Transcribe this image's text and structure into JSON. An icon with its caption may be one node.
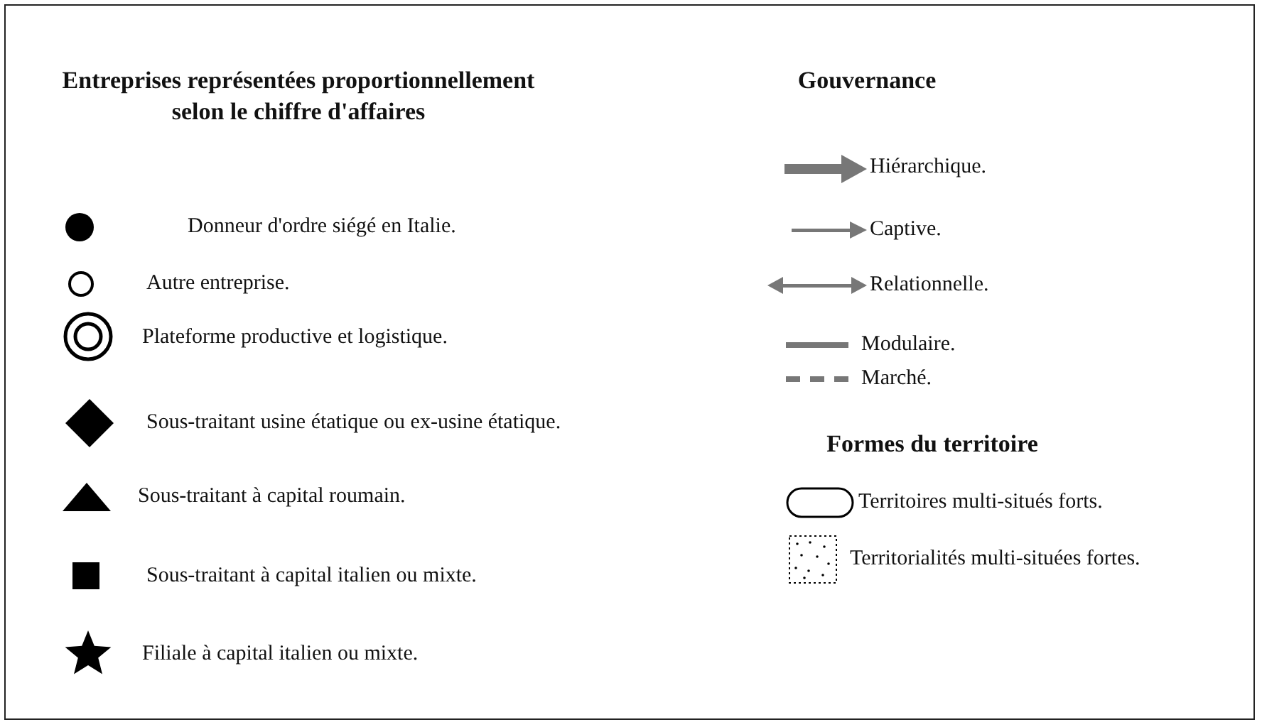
{
  "diagram": {
    "labels": [
      "Entreprises représentées proportionnellement selon le chiffre d'affaires",
      "Gouvernance",
      "Formes du territoire"
    ],
    "legend": [
      {
        "text": "Donneur d'ordre siégé en Italie."
      },
      {
        "text": "Autre entreprise."
      },
      {
        "text": "Plateforme productive et logistique."
      },
      {
        "text": "Sous-traitant usine étatique ou ex-usine étatique."
      },
      {
        "text": "Sous-traitant à capital roumain."
      },
      {
        "text": "Sous-traitant à capital italien ou mixte."
      },
      {
        "text": "Filiale à capital italien ou mixte."
      },
      {
        "text": "Hiérarchique."
      },
      {
        "text": "Captive."
      },
      {
        "text": "Relationnelle."
      },
      {
        "text": "Modulaire."
      },
      {
        "text": "Marché."
      },
      {
        "text": "Territoires multi-situés forts."
      },
      {
        "text": "Territorialités multi-situées fortes."
      }
    ]
  }
}
